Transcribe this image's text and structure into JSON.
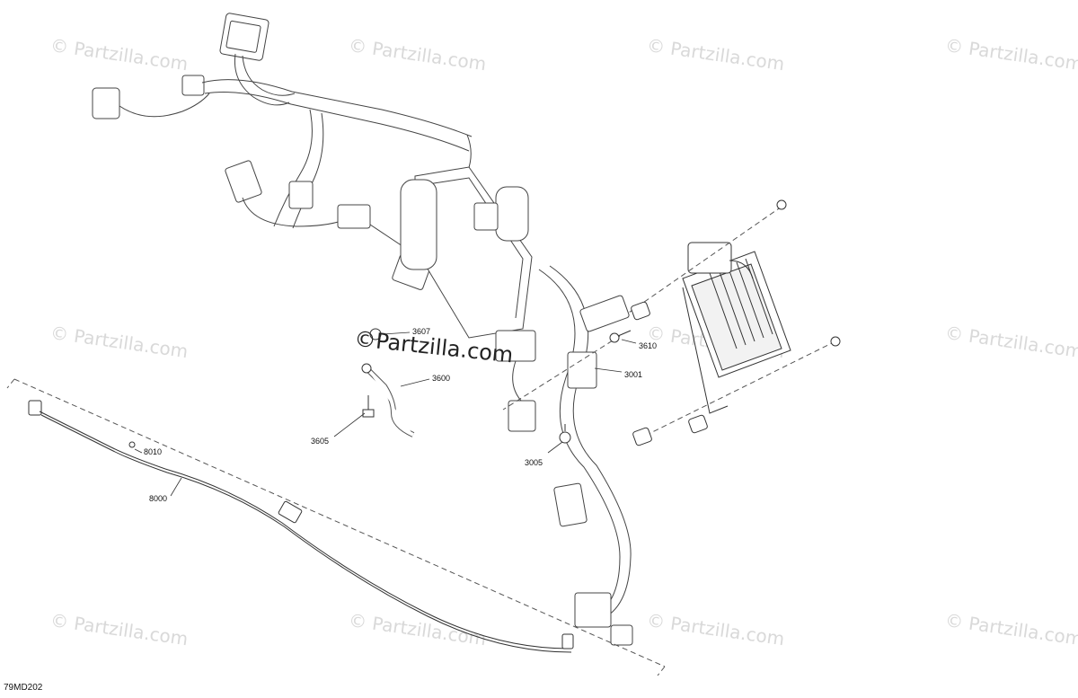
{
  "watermark": "© Partzilla.com",
  "center_watermark": "©Partzilla.com",
  "figure_code": "79MD202",
  "callouts": [
    "3607",
    "3600",
    "3605",
    "3610",
    "3001",
    "3005",
    "8010",
    "8000"
  ]
}
